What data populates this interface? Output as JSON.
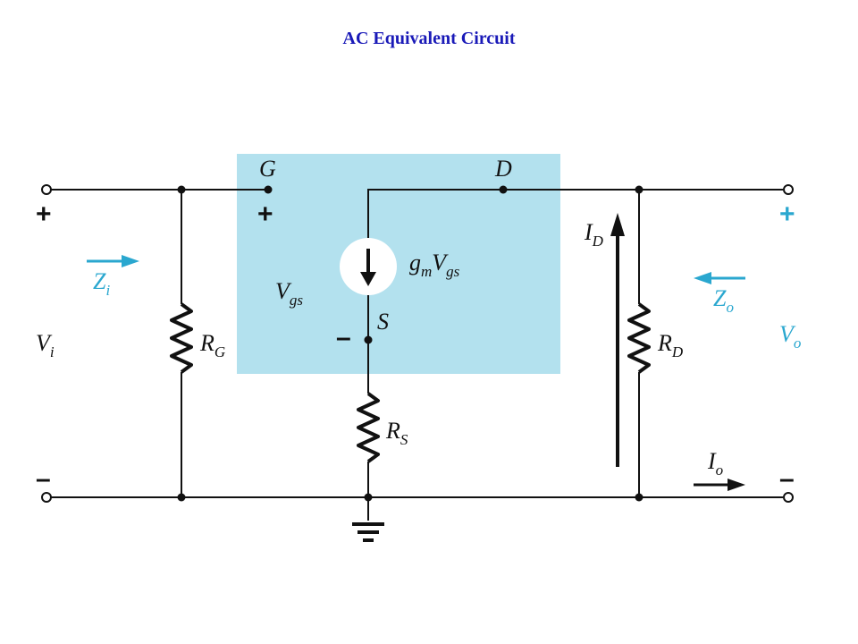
{
  "title": "AC Equivalent Circuit",
  "colors": {
    "title": "#1a1ab8",
    "accent": "#2aa7cf",
    "fet_box": "#b3e1ee",
    "wire": "#111111"
  },
  "labels": {
    "gate": "G",
    "drain": "D",
    "source": "S",
    "vi_main": "V",
    "vi_sub": "i",
    "vo_main": "V",
    "vo_sub": "o",
    "zi_main": "Z",
    "zi_sub": "i",
    "zo_main": "Z",
    "zo_sub": "o",
    "rg_main": "R",
    "rg_sub": "G",
    "rs_main": "R",
    "rs_sub": "S",
    "rd_main": "R",
    "rd_sub": "D",
    "vgs_main": "V",
    "vgs_sub": "gs",
    "gm_main": "g",
    "gm_sub": "m",
    "gm_v": "V",
    "gm_vsub": "gs",
    "id_main": "I",
    "id_sub": "D",
    "io_main": "I",
    "io_sub": "o"
  },
  "signs": {
    "vi_plus": "+",
    "vi_minus": "–",
    "vgs_plus": "+",
    "vgs_minus": "–",
    "vo_plus": "+",
    "vo_minus": "–"
  }
}
